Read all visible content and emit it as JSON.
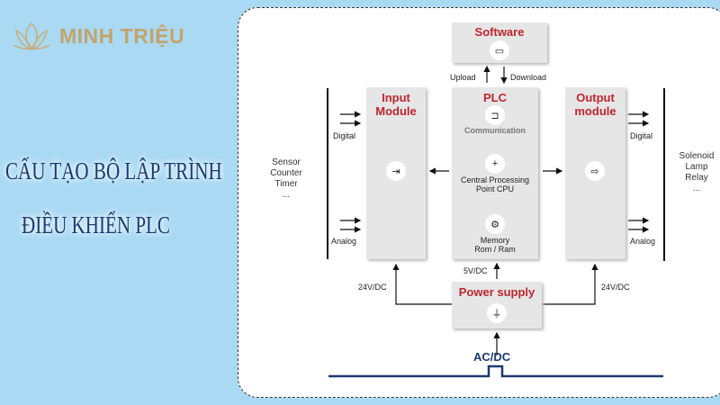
{
  "brand": {
    "name": "MINH TRIỆU"
  },
  "title": {
    "line1": "CẤU TẠO BỘ LẬP TRÌNH",
    "line2": "ĐIỀU KHIỂN PLC"
  },
  "diagram": {
    "software": "Software",
    "upload": "Upload",
    "download": "Download",
    "input_module": {
      "line1": "Input",
      "line2": "Module"
    },
    "plc": "PLC",
    "communication": "Communication",
    "cpu": {
      "line1": "Central Processing",
      "line2": "Point CPU"
    },
    "memory": {
      "line1": "Memory",
      "line2": "Rom / Ram"
    },
    "output_module": {
      "line1": "Output",
      "line2": "module"
    },
    "digital": "Digital",
    "analog": "Analog",
    "inputs": [
      "Sensor",
      "Counter",
      "Timer",
      "..."
    ],
    "outputs": [
      "Solenoid",
      "Lamp",
      "Relay",
      "..."
    ],
    "v5": "5V/DC",
    "v24": "24V/DC",
    "power_supply": "Power supply",
    "acdc": "AC/DC"
  }
}
